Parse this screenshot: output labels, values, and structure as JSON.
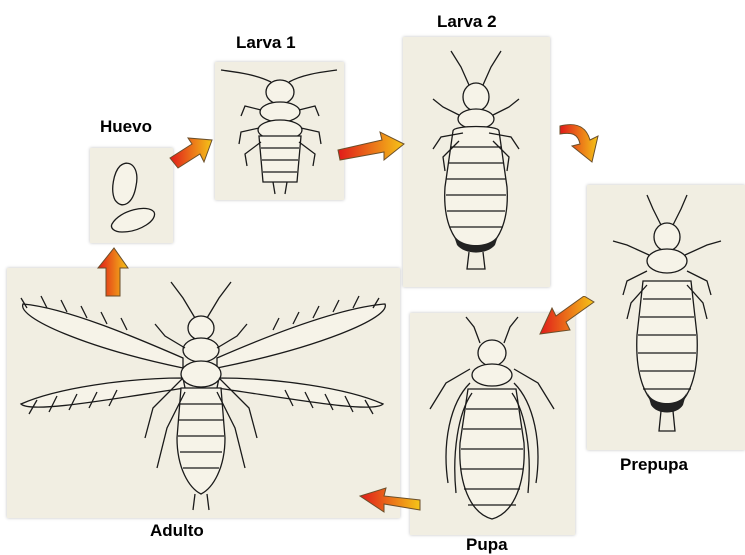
{
  "stages": {
    "egg": "Huevo",
    "larva1": "Larva 1",
    "larva2": "Larva 2",
    "prepupa": "Prepupa",
    "pupa": "Pupa",
    "adult": "Adulto"
  },
  "colors": {
    "arrow_start": "#e01a1a",
    "arrow_end": "#f5c518",
    "panel_bg": "#f1eee2"
  }
}
